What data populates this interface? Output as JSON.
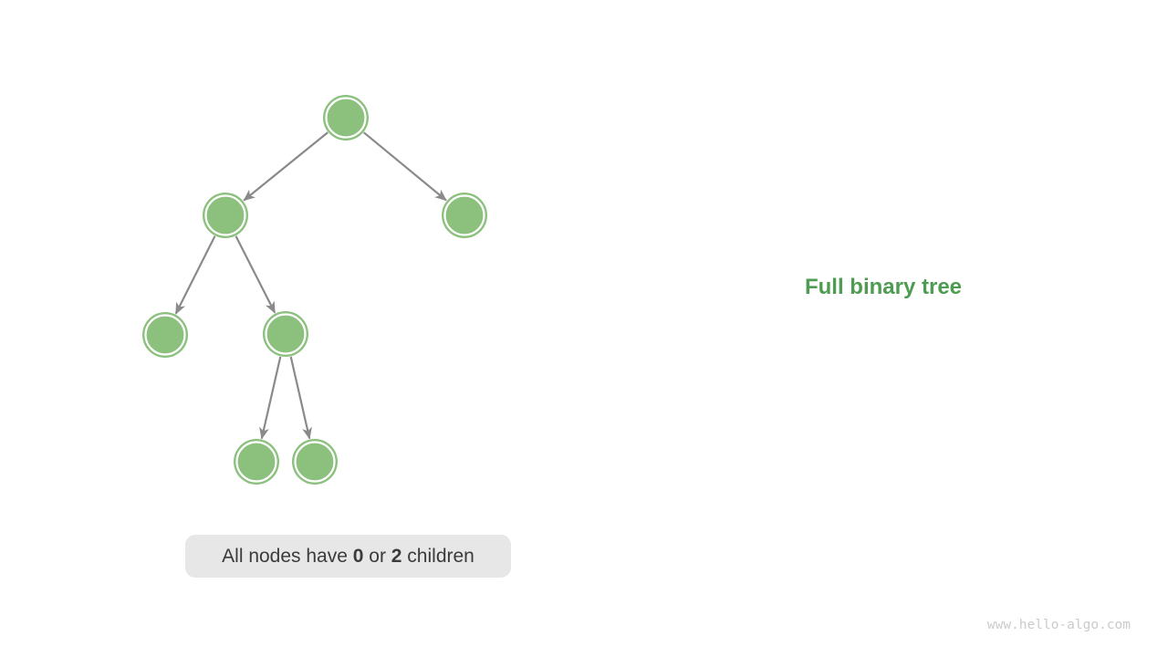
{
  "page": {
    "background_color": "#ffffff"
  },
  "diagram": {
    "title": {
      "text": "Full binary tree",
      "color": "#4d9c52"
    },
    "caption": {
      "full_text": "All nodes have 0 or 2 children",
      "parts": [
        "All nodes have ",
        "0",
        " or ",
        "2",
        " children"
      ],
      "background_color": "#e7e7e7",
      "text_color": "#3b3b3b"
    },
    "tree": {
      "type": "full-binary-tree",
      "node_count": 7,
      "levels": 4,
      "node_color": "#8bc07d",
      "node_ring_color": "#ffffff",
      "edge_color": "#8a8a8a",
      "edges": [
        {
          "from": "root",
          "to": "left-child"
        },
        {
          "from": "root",
          "to": "right-child"
        },
        {
          "from": "left-child",
          "to": "left-grandchild"
        },
        {
          "from": "left-child",
          "to": "right-grandchild"
        },
        {
          "from": "right-grandchild",
          "to": "left-leaf"
        },
        {
          "from": "right-grandchild",
          "to": "right-leaf"
        }
      ]
    }
  },
  "watermark": {
    "text": "www.hello-algo.com",
    "color": "#cbcbcb"
  }
}
